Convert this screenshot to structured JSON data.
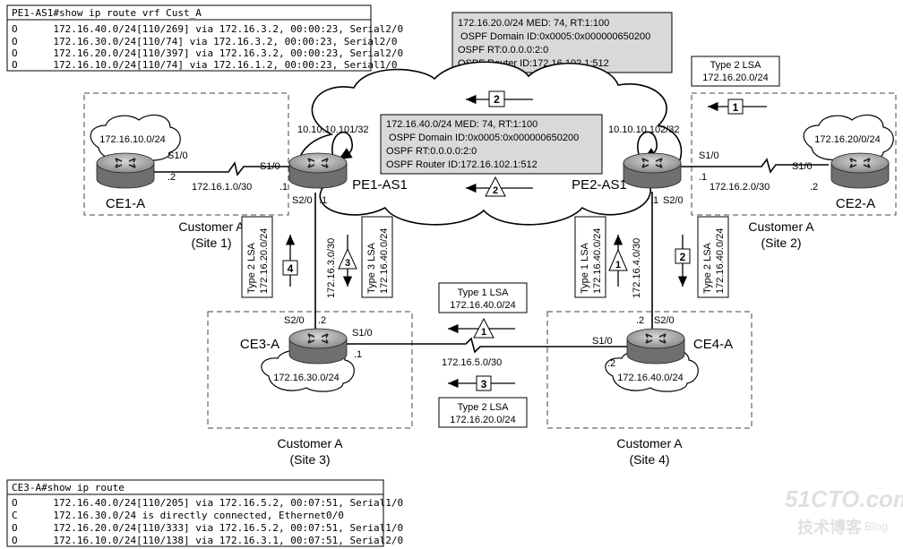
{
  "pe1_output": {
    "header": "PE1-AS1#show ip route vrf Cust_A",
    "lines": [
      "O      172.16.40.0/24[110/269] via 172.16.3.2, 00:00:23, Serial2/0",
      "O      172.16.30.0/24[110/74] via 172.16.3.2, 00:00:23, Serial2/0",
      "O      172.16.20.0/24[110/397] via 172.16.3.2, 00:00:23, Serial2/0",
      "O      172.16.10.0/24[110/74] via 172.16.1.2, 00:00:23, Serial1/0"
    ]
  },
  "ce3_output": {
    "header": "CE3-A#show ip route",
    "lines": [
      "O      172.16.40.0/24[110/205] via 172.16.5.2, 00:07:51, Serial1/0",
      "C      172.16.30.0/24 is directly connected, Ethernet0/0",
      "O      172.16.20.0/24[110/333] via 172.16.5.2, 00:07:51, Serial1/0",
      "O      172.16.10.0/24[110/138] via 172.16.3.1, 00:07:51, Serial2/0"
    ]
  },
  "top_info": {
    "lines": [
      "172.16.20.0/24 MED: 74, RT:1:100",
      " OSPF Domain ID:0x0005:0x000000650200",
      "OSPF RT:0.0.0.0:2:0",
      "OSPF Router ID:172.16.102.1:512"
    ]
  },
  "mid_info": {
    "lines": [
      "172.16.40.0/24 MED: 74, RT:1:100",
      " OSPF Domain ID:0x0005:0x000000650200",
      "OSPF RT:0.0.0.0:2:0",
      "OSPF Router ID:172.16.102.1:512"
    ]
  },
  "routers": {
    "ce1": "CE1-A",
    "ce2": "CE2-A",
    "ce3": "CE3-A",
    "ce4": "CE4-A",
    "pe1": "PE1-AS1",
    "pe2": "PE2-AS1"
  },
  "networks": {
    "ce1_lan": "172.16.10.0/24",
    "ce2_lan": "172.16.20/0/24",
    "ce3_lan": "172.16.30.0/24",
    "ce4_lan": "172.16.40.0/24"
  },
  "loopbacks": {
    "pe1": "10.10.10.101/32",
    "pe2": "10.10.10.102/32"
  },
  "links": {
    "ce1_pe1": "172.16.1.0/30",
    "pe2_ce2": "172.16.2.0/30",
    "pe1_ce3": "172.16.3.0/30",
    "pe2_ce4": "172.16.4.0/30",
    "ce3_ce4": "172.16.5.0/30"
  },
  "interfaces": {
    "ce1_s10": "S1/0",
    "ce1_dot": ".2",
    "pe1_s10": "S1/0",
    "pe1_dot1": ".1",
    "pe1_s20": "S2/0",
    "pe1_dot2": ".1",
    "pe2_s10": "S1/0",
    "pe2_dot1": ".1",
    "pe2_s20": "S2/0",
    "pe2_dot2": ".1",
    "ce2_s10": "S1/0",
    "ce2_dot": ".2",
    "ce3_s20": "S2/0",
    "ce3_dot2": ".2",
    "ce3_s10": "S1/0",
    "ce3_dot1": ".1",
    "ce4_s10": "S1/0",
    "ce4_dot1": ".2",
    "ce4_s20": "S2/0",
    "ce4_dot2": ".2"
  },
  "sites": {
    "site1": [
      "Customer A",
      "(Site 1)"
    ],
    "site2": [
      "Customer A",
      "(Site 2)"
    ],
    "site3": [
      "Customer A",
      "(Site 3)"
    ],
    "site4": [
      "Customer A",
      "(Site 4)"
    ]
  },
  "lsa_labels": {
    "top_right": [
      "Type 2 LSA",
      "172.16.20.0/24"
    ],
    "ce3_ce4_type1": [
      "Type 1 LSA",
      "172.16.40.0/24"
    ],
    "ce3_ce4_type2": [
      "Type 2 LSA",
      "172.16.20.0/24"
    ],
    "pe1_ce3_type2": [
      "Type 2 LSA",
      "172.16.20.0/24"
    ],
    "pe1_ce3_type3": [
      "Type 3 LSA",
      "172.16.40.0/24"
    ],
    "pe2_ce4_type1": [
      "Type 1 LSA",
      "172.16.40.0/24"
    ],
    "pe2_ce4_type2": [
      "Type 2 LSA",
      "172.16.40.0/24"
    ]
  },
  "step_markers": {
    "cloud_top": "2",
    "cloud_bottom": "2",
    "top_right": "1",
    "pe1_ce3_up": "4",
    "pe1_ce3_down": "3",
    "pe2_ce4_up": "1",
    "pe2_ce4_down": "2",
    "ce3_ce4_top": "1",
    "ce3_ce4_bottom": "3"
  },
  "watermark": {
    "main": "51CTO.com",
    "sub": "技术博客",
    "blog": "Blog"
  }
}
